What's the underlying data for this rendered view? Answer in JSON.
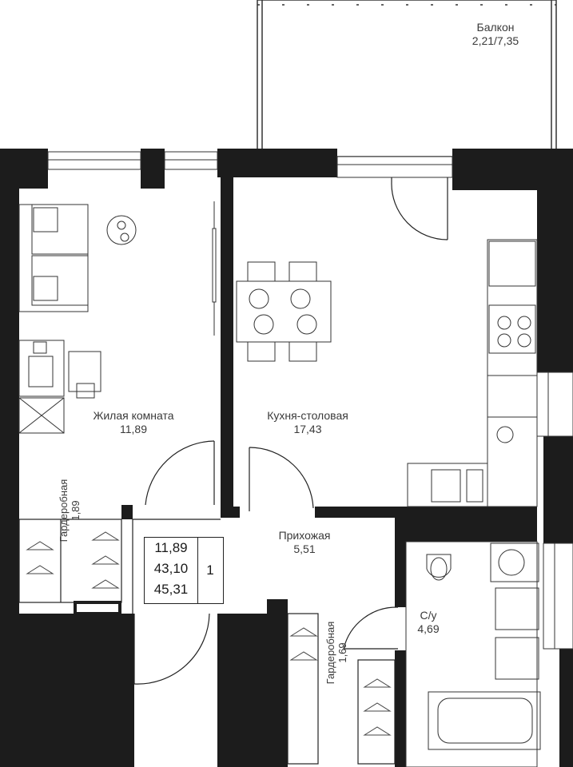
{
  "rooms": {
    "balcony": {
      "name": "Балкон",
      "area": "2,21/7,35"
    },
    "living": {
      "name": "Жилая комната",
      "area": "11,89"
    },
    "kitchen": {
      "name": "Кухня-столовая",
      "area": "17,43"
    },
    "hall": {
      "name": "Прихожая",
      "area": "5,51"
    },
    "bath": {
      "name": "С/у",
      "area": "4,69"
    },
    "wardrobe_left": {
      "name": "Гардеробная",
      "area": "1,89"
    },
    "wardrobe_right": {
      "name": "Гардеробная",
      "area": "1,69"
    }
  },
  "summary": {
    "living_area": "11,89",
    "total_area": "43,10",
    "total_with_balcony": "45,31",
    "room_count": "1"
  },
  "colors": {
    "wall": "#1c1c1c",
    "line": "#2a2a2a",
    "text": "#3a3a3a"
  }
}
